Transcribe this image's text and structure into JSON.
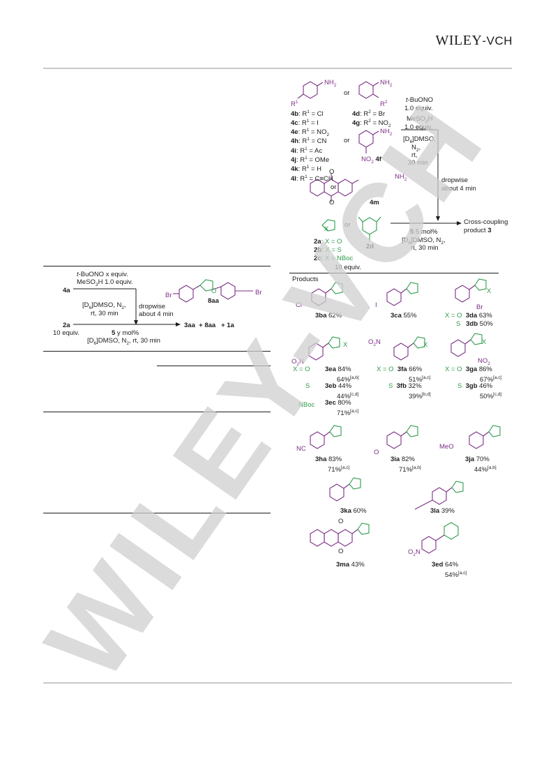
{
  "header": {
    "brand_main": "WILEY",
    "brand_suffix": "-VCH"
  },
  "left_scheme": {
    "reagent_line1": "t-BuONO x equiv.",
    "reagent_line2": "MeSO3H 1.0 equiv.",
    "start": "4a",
    "cond_line1": "[D6]DMSO, N2,",
    "cond_line2": "rt, 30 min",
    "dropwise_line1": "dropwise",
    "dropwise_line2": "about 4 min",
    "furan": "2a",
    "furan_equiv": "10 equiv.",
    "catalyst": "5 y mol%",
    "cond_bottom": "[D6]DMSO, N2, rt, 30 min",
    "products": "3aa + 8aa  + 1a",
    "compound_8aa": "8aa",
    "br": "Br"
  },
  "right_scheme": {
    "anilines_para": [
      "4b: R1 = Cl",
      "4c: R1 = I",
      "4e: R1 = NO2",
      "4h: R1 = CN",
      "4i: R1 = Ac",
      "4j: R1 = OMe",
      "4k: R1 = H",
      "4l: R1 = C≡CH"
    ],
    "anilines_ortho": [
      "4d: R2 = Br",
      "4g: R2 = NO2"
    ],
    "or": "or",
    "r1": "R1",
    "r2": "R2",
    "nh2": "NH2",
    "no2_4f": "NO2",
    "label_4f": "4f",
    "label_4m": "4m",
    "reagent1": "t-BuONO",
    "reagent1_equiv": "1.0 equiv.",
    "reagent2": "MeSO3H",
    "reagent2_equiv": "1.0 equiv.",
    "cond1": "[D6]DMSO,",
    "cond2": "N2,",
    "cond3": "30 min",
    "dropwise1": "dropwise",
    "dropwise2": "about 4 min",
    "cross1": "Cross-coupling",
    "cross2": "product 3",
    "cat": "5 5 mol%",
    "cat_cond1": "[D6]DMSO, N2,",
    "cat_cond2": "rt, 30 min",
    "heteroarenes": [
      "2a: X = O",
      "2b: X = S",
      "2c: X = NBoc"
    ],
    "label_2d": "2d",
    "equiv": "10 equiv.",
    "x": "X"
  },
  "products": {
    "heading": "Products",
    "items": [
      {
        "id": "3ba",
        "text": "3ba 62%"
      },
      {
        "id": "3ca",
        "text": "3ca 55%"
      },
      {
        "id": "3da",
        "text": "X = O  3da 63%"
      },
      {
        "id": "3db",
        "text": "S  3db 50%"
      },
      {
        "id": "3ea",
        "text": "3ea 84%"
      },
      {
        "id": "3ea2",
        "text": "64%[a,b]"
      },
      {
        "id": "3eb",
        "text": "3eb 44%"
      },
      {
        "id": "3eb2",
        "text": "44%[c,d]"
      },
      {
        "id": "3ec",
        "text": "3ec 80%"
      },
      {
        "id": "3ec2",
        "text": "71%[a,c]"
      },
      {
        "id": "3fa",
        "text": "X = O  3fa 66%"
      },
      {
        "id": "3fa2",
        "text": "51%[a,c]"
      },
      {
        "id": "3fb",
        "text": "S  3fb 32%"
      },
      {
        "id": "3fb2",
        "text": "39%[b,d]"
      },
      {
        "id": "3ga",
        "text": "X = O  3ga 86%"
      },
      {
        "id": "3ga2",
        "text": "67%[a,c]"
      },
      {
        "id": "3gb",
        "text": "S  3gb 46%"
      },
      {
        "id": "3gb2",
        "text": "50%[c,d]"
      },
      {
        "id": "3ha",
        "text": "3ha 83%"
      },
      {
        "id": "3ha2",
        "text": "71%[a,c]"
      },
      {
        "id": "3ia",
        "text": "3ia 82%"
      },
      {
        "id": "3ia2",
        "text": "71%[a,b]"
      },
      {
        "id": "3ja",
        "text": "3ja 70%"
      },
      {
        "id": "3ja2",
        "text": "44%[a,b]"
      },
      {
        "id": "3ka",
        "text": "3ka 60%"
      },
      {
        "id": "3la",
        "text": "3la 39%"
      },
      {
        "id": "3ma",
        "text": "3ma 43%"
      },
      {
        "id": "3ed",
        "text": "3ed 64%"
      },
      {
        "id": "3ed2",
        "text": "54%[a,c]"
      }
    ],
    "sub_labels": {
      "cl": "Cl",
      "i": "I",
      "br": "Br",
      "no2": "O2N",
      "nc": "NC",
      "meo": "MeO",
      "no2_ortho": "NO2",
      "xo": "X = O",
      "s": "S",
      "nboc": "NBoc"
    }
  },
  "colors": {
    "substituent": "#7b2d85",
    "heteroarene": "#2d9a4b",
    "rule": "#1b1b1b",
    "grey_rule": "#c9c9c9",
    "watermark": "#d2d2d2"
  }
}
